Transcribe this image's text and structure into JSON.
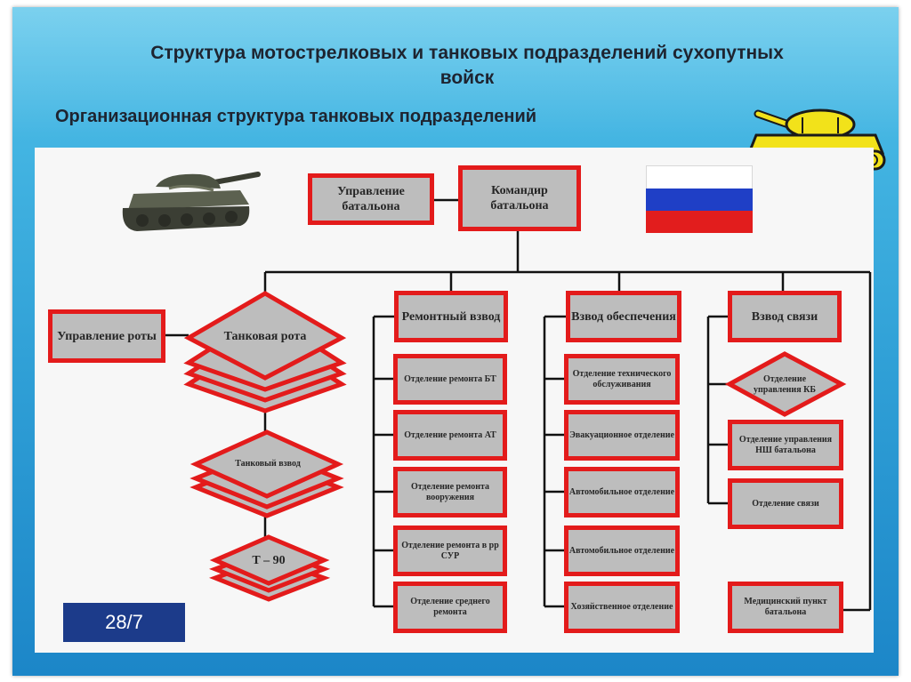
{
  "slide": {
    "title_line1": "Структура мотострелковых и танковых подразделений сухопутных",
    "title_line2": "войск",
    "subtitle": "Организационная структура  танковых подразделений",
    "page": "28/7"
  },
  "colors": {
    "accent": "#e31b1b",
    "box_fill": "#bdbdbd",
    "background": "#2f9fd6",
    "badge": "#1c3b8a"
  },
  "icons": [
    "tank-icon",
    "yellow-tank-icon",
    "russian-flag-icon"
  ],
  "org": {
    "hq": "Управление батальона",
    "commander": "Командир батальона",
    "company_hq": "Управление роты",
    "tank_company": "Танковая рота",
    "tank_platoon": "Танковый взвод",
    "tank_model": "Т – 90",
    "repair_platoon": {
      "title": "Ремонтный взвод",
      "items": [
        "Отделение ремонта БТ",
        "Отделение ремонта АТ",
        "Отделение ремонта вооружения",
        "Отделение ремонта в рр СУР",
        "Отделение среднего ремонта"
      ]
    },
    "support_platoon": {
      "title": "Взвод обеспечения",
      "items": [
        "Отделение технического обслуживания",
        "Эвакуационное отделение",
        "Автомобильное отделение",
        "Автомобильное отделение",
        "Хозяйственное отделение"
      ]
    },
    "signal_platoon": {
      "title": "Взвод связи",
      "items": [
        "Отделение управления КБ",
        "Отделение управления НШ батальона",
        "Отделение связи"
      ]
    },
    "medical": "Медицинский пункт батальона"
  }
}
